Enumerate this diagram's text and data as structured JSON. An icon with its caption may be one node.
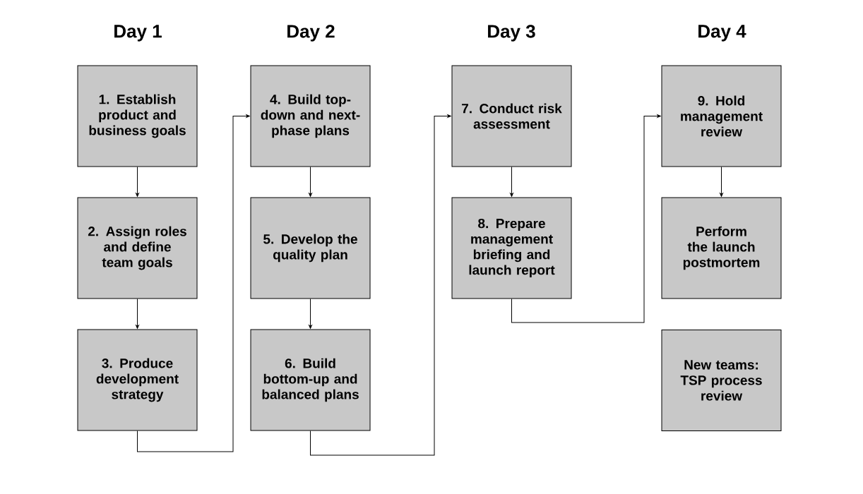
{
  "diagram": {
    "nodes": [
      {
        "text": [
          "1. Establish product and business goals"
        ]
      },
      {
        "text": [
          "2. Assign roles and define team goals"
        ]
      },
      {
        "text": [
          "3. Produce development strategy"
        ]
      },
      {
        "text": [
          "4. Build top-down and next-phase plans"
        ]
      },
      {
        "text": [
          "5. Develop the quality plan"
        ]
      },
      {
        "text": [
          "6. Build bottom-up and balanced plans"
        ]
      },
      {
        "text": [
          "7. Conduct risk assessment"
        ]
      },
      {
        "text": [
          "8. Prepare management briefing and launch report"
        ]
      },
      {
        "text": [
          "9. Hold management review"
        ]
      },
      {
        "text": [
          "Perform the launch postmortem"
        ]
      },
      {
        "text": [
          "New teams: TSP process review"
        ]
      }
    ],
    "edges": [
      {
        "from": 0,
        "to": 1,
        "arrow": "to"
      },
      {
        "from": 1,
        "to": 2,
        "arrow": "to"
      },
      {
        "from": 2,
        "to": 3,
        "arrow": "to"
      },
      {
        "from": 3,
        "to": 4,
        "arrow": "to"
      },
      {
        "from": 4,
        "to": 5,
        "arrow": "to"
      },
      {
        "from": 5,
        "to": 6,
        "arrow": "to"
      },
      {
        "from": 6,
        "to": 7,
        "arrow": "to"
      },
      {
        "from": 7,
        "to": 8,
        "arrow": "to"
      },
      {
        "from": 8,
        "to": 9,
        "arrow": "to"
      }
    ],
    "labels": [
      "Day 1",
      "Day 2",
      "Day 3",
      "Day 4"
    ]
  }
}
